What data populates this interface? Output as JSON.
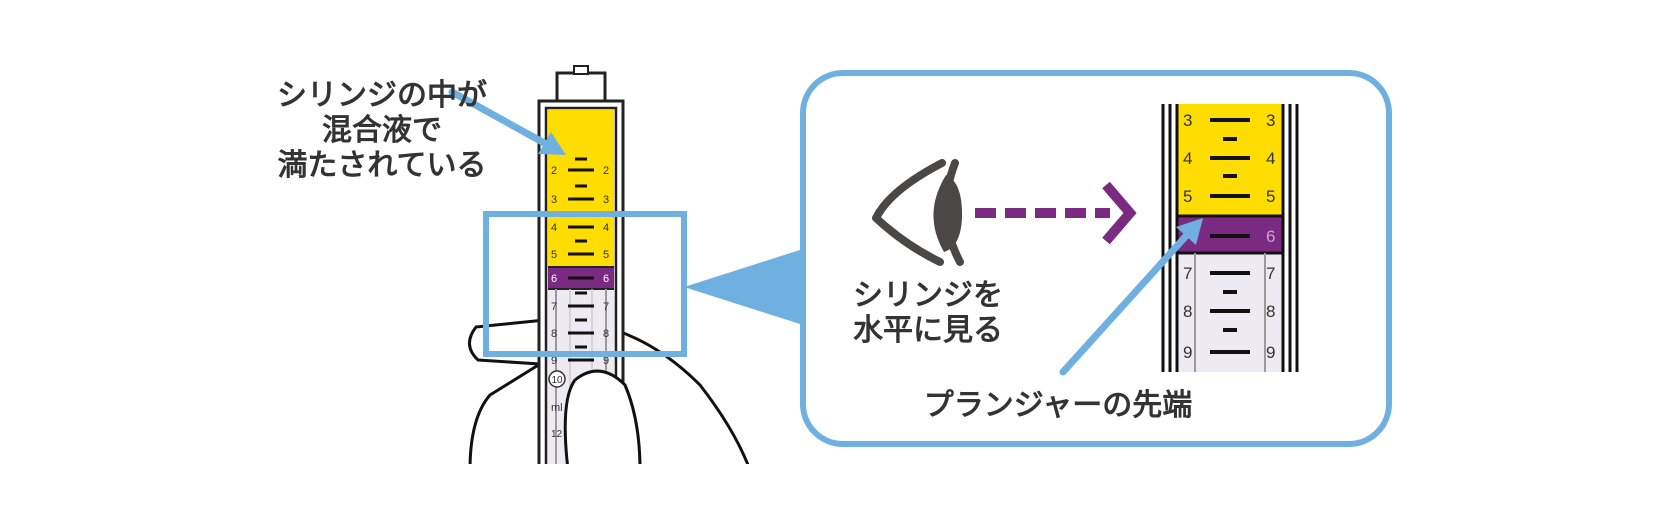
{
  "labels": {
    "syringe_note": [
      "シリンジの中が",
      "混合液で",
      "満たされている"
    ],
    "view_note": [
      "シリンジを",
      "水平に見る"
    ],
    "plunger_note": "プランジャーの先端"
  },
  "syringe_marks": {
    "small": [
      "2",
      "3",
      "4",
      "5",
      "6",
      "7",
      "8",
      "9"
    ],
    "circled": "10",
    "unit": "ml",
    "extra": "12"
  },
  "zoom_marks": [
    "3",
    "4",
    "5",
    "6",
    "7",
    "8",
    "9"
  ],
  "colors": {
    "frame": "#6fb0e0",
    "liquid": "#ffdd00",
    "plunger": "#7a2a80",
    "arrow_dotted": "#7a2a80",
    "eye": "#4a4746",
    "text": "#333333"
  },
  "icons": [
    "eye-icon",
    "dotted-arrow-icon",
    "pointer-arrow-icon"
  ]
}
